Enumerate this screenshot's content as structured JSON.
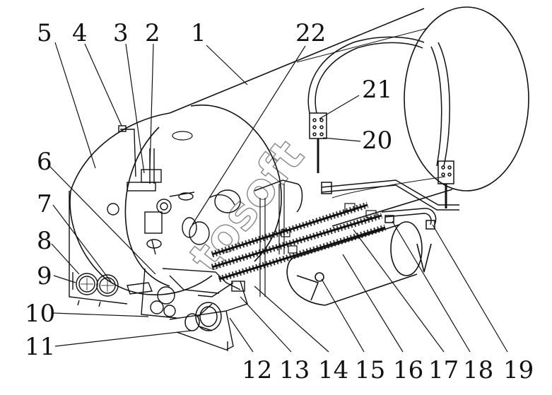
{
  "callouts": [
    {
      "id": "c5",
      "text": "5"
    },
    {
      "id": "c4",
      "text": "4"
    },
    {
      "id": "c3",
      "text": "3"
    },
    {
      "id": "c2",
      "text": "2"
    },
    {
      "id": "c1",
      "text": "1"
    },
    {
      "id": "c22",
      "text": "22"
    },
    {
      "id": "c21",
      "text": "21"
    },
    {
      "id": "c20",
      "text": "20"
    },
    {
      "id": "c6",
      "text": "6"
    },
    {
      "id": "c7",
      "text": "7"
    },
    {
      "id": "c8",
      "text": "8"
    },
    {
      "id": "c9",
      "text": "9"
    },
    {
      "id": "c10",
      "text": "10"
    },
    {
      "id": "c11",
      "text": "11"
    },
    {
      "id": "c12",
      "text": "12"
    },
    {
      "id": "c13",
      "text": "13"
    },
    {
      "id": "c14",
      "text": "14"
    },
    {
      "id": "c15",
      "text": "15"
    },
    {
      "id": "c16",
      "text": "16"
    },
    {
      "id": "c17",
      "text": "17"
    },
    {
      "id": "c18",
      "text": "18"
    },
    {
      "id": "c19",
      "text": "19"
    }
  ],
  "watermark": "tosoft",
  "colors": {
    "ink": "#111111",
    "background": "#ffffff"
  }
}
